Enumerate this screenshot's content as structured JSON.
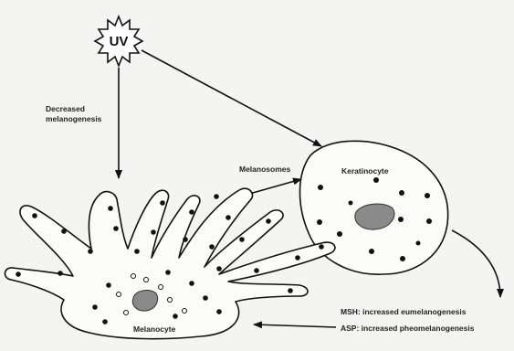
{
  "diagram": {
    "uv_label": "UV",
    "decreased_line1": "Decreased",
    "decreased_line2": "melanogenesis",
    "melanosomes_label": "Melanosomes",
    "keratinocyte_label": "Keratinocyte",
    "melanocyte_label": "Melanocyte",
    "msh_text": "MSH: increased eumelanogenesis",
    "asp_text": "ASP: increased pheomelanogenesis"
  }
}
